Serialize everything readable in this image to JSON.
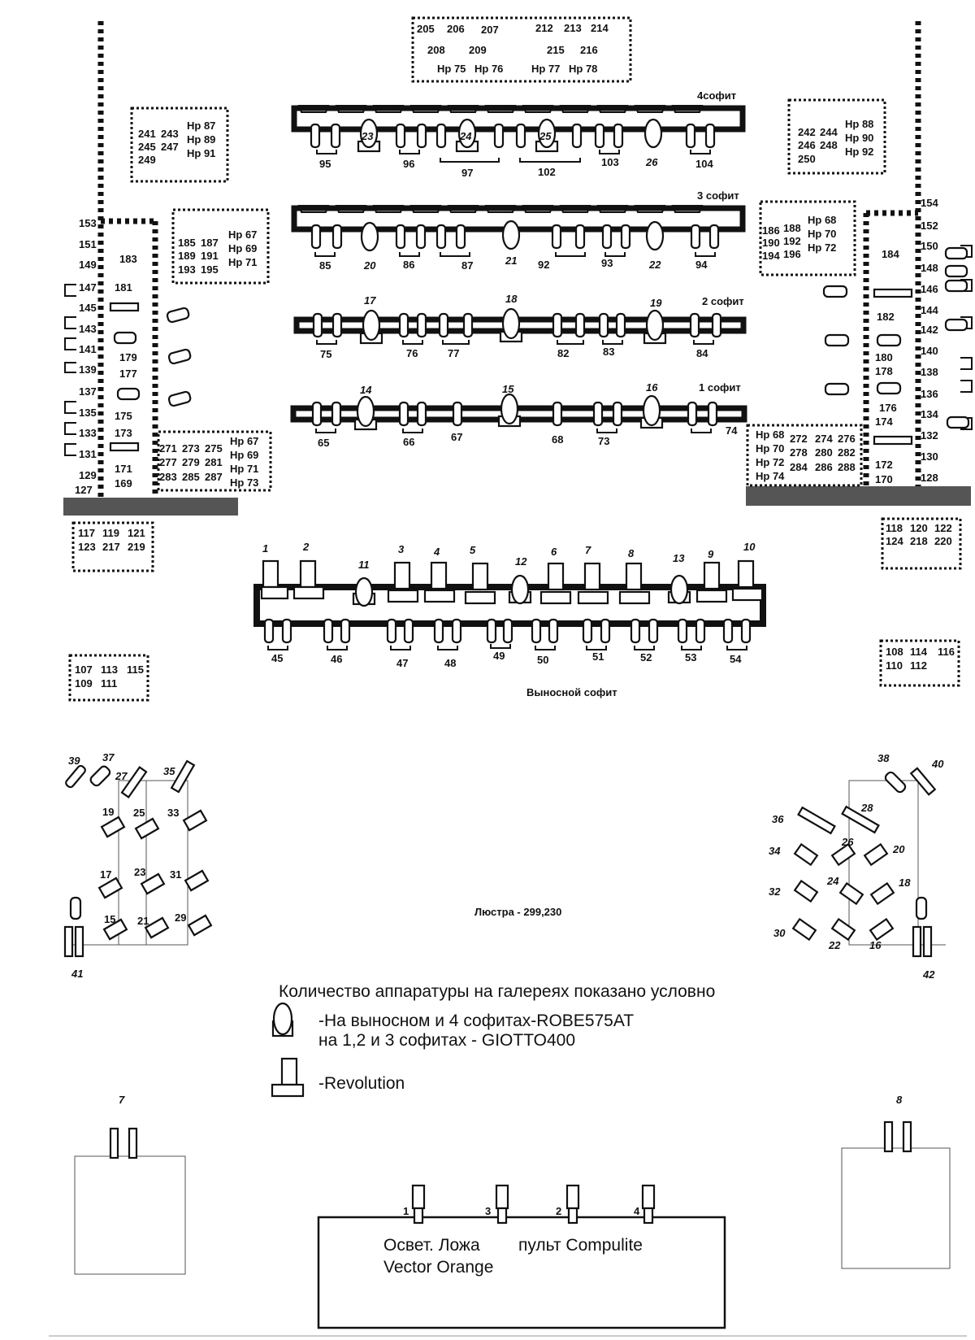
{
  "top_box": {
    "row1": [
      "205",
      "206",
      "207",
      "212",
      "213",
      "214"
    ],
    "row2": [
      "208",
      "209",
      "215",
      "216"
    ],
    "row3": [
      "Hp 75",
      "Hp 76",
      "Hp 77",
      "Hp 78"
    ]
  },
  "left_box_1": {
    "col1": [
      "241",
      "245",
      "249"
    ],
    "col2": [
      "243",
      "247"
    ],
    "col3": [
      "Hp 87",
      "Hp 89",
      "Hp 91"
    ]
  },
  "right_box_1": {
    "col1": [
      "242",
      "246",
      "250"
    ],
    "col2": [
      "244",
      "248"
    ],
    "col3": [
      "Hp 88",
      "Hp 90",
      "Hp 92"
    ]
  },
  "left_box_2": {
    "col1": [
      "185",
      "189",
      "193"
    ],
    "col2": [
      "187",
      "191",
      "195"
    ],
    "col3": [
      "Hp 67",
      "Hp 69",
      "Hp 71"
    ]
  },
  "right_box_2": {
    "col1": [
      "186",
      "190",
      "194"
    ],
    "col2": [
      "188",
      "192",
      "196"
    ],
    "col3": [
      "Hp 68",
      "Hp 70",
      "Hp 72"
    ]
  },
  "left_box_3": {
    "col1": [
      "271",
      "277",
      "283"
    ],
    "col2": [
      "273",
      "279",
      "285"
    ],
    "col3": [
      "275",
      "281",
      "287"
    ],
    "col4": [
      "Hp 67",
      "Hp 69",
      "Hp 71",
      "Hp 73"
    ]
  },
  "right_box_3": {
    "col1": [
      "Hp 68",
      "Hp 70",
      "Hp 72",
      "Hp 74"
    ],
    "col2": [
      "272",
      "278",
      "284"
    ],
    "col3": [
      "274",
      "280",
      "286"
    ],
    "col4": [
      "276",
      "282",
      "288"
    ]
  },
  "left_box_4": {
    "row1": [
      "117",
      "119",
      "121"
    ],
    "row2": [
      "123",
      "217",
      "219"
    ]
  },
  "right_box_4": {
    "row1": [
      "118",
      "120",
      "122"
    ],
    "row2": [
      "124",
      "218",
      "220"
    ]
  },
  "left_box_5": {
    "row1": [
      "107",
      "113",
      "115"
    ],
    "row2": [
      "109",
      "111"
    ]
  },
  "right_box_5": {
    "row1": [
      "108",
      "114",
      "116"
    ],
    "row2": [
      "110",
      "112"
    ]
  },
  "left_column_numbers": [
    "153",
    "151",
    "149",
    "147",
    "145",
    "143",
    "141",
    "139",
    "137",
    "135",
    "133",
    "131",
    "129",
    "127"
  ],
  "left_inner_numbers": [
    "183",
    "181",
    "179",
    "177",
    "175",
    "173",
    "171",
    "169"
  ],
  "right_column_numbers": [
    "154",
    "152",
    "150",
    "148",
    "146",
    "144",
    "142",
    "140",
    "138",
    "136",
    "134",
    "132",
    "130",
    "128"
  ],
  "right_inner_numbers": [
    "184",
    "182",
    "180",
    "178",
    "176",
    "174",
    "172",
    "170"
  ],
  "sofit4": {
    "title": "4софит",
    "moving": [
      "23",
      "24",
      "25",
      "26"
    ],
    "groups": [
      "95",
      "96",
      "97",
      "102",
      "103",
      "104"
    ]
  },
  "sofit3": {
    "title": "3 софит",
    "moving": [
      "20",
      "21",
      "22"
    ],
    "groups": [
      "85",
      "86",
      "87",
      "92",
      "93",
      "94"
    ]
  },
  "sofit2": {
    "title": "2  софит",
    "moving": [
      "17",
      "18",
      "19"
    ],
    "groups": [
      "75",
      "76",
      "77",
      "82",
      "83",
      "84"
    ]
  },
  "sofit1": {
    "title": "1  софит",
    "moving": [
      "14",
      "15",
      "16"
    ],
    "groups": [
      "65",
      "66",
      "67",
      "68",
      "73",
      "74"
    ]
  },
  "front_truss": {
    "title": "Выносной софит",
    "top_numbers": [
      "1",
      "2",
      "11",
      "3",
      "4",
      "5",
      "12",
      "6",
      "7",
      "8",
      "13",
      "9",
      "10"
    ],
    "bottom_groups": [
      "45",
      "46",
      "47",
      "48",
      "49",
      "50",
      "51",
      "52",
      "53",
      "54"
    ]
  },
  "left_gallery": {
    "numbers": [
      "39",
      "37",
      "27",
      "35",
      "19",
      "25",
      "33",
      "17",
      "23",
      "31",
      "15",
      "21",
      "29",
      "41"
    ]
  },
  "right_gallery": {
    "numbers": [
      "38",
      "40",
      "28",
      "36",
      "26",
      "34",
      "20",
      "24",
      "32",
      "18",
      "30",
      "22",
      "16",
      "42"
    ]
  },
  "chandelier": "Люстра - 299,230",
  "legend": {
    "note": "Количество аппаратуры на галереях показано условно",
    "robe_line1": "-На выносном и 4 софитах-ROBE575AT",
    "robe_line2": "на 1,2 и 3 софитах - GIOTTO400",
    "revolution": "-Revolution"
  },
  "booth_left_number": "7",
  "booth_right_number": "8",
  "console": {
    "numbers": [
      "1",
      "3",
      "2",
      "4"
    ],
    "line1_a": "Освет. Ложа",
    "line1_b": "пульт Compulite",
    "line2": "Vector Orange"
  }
}
